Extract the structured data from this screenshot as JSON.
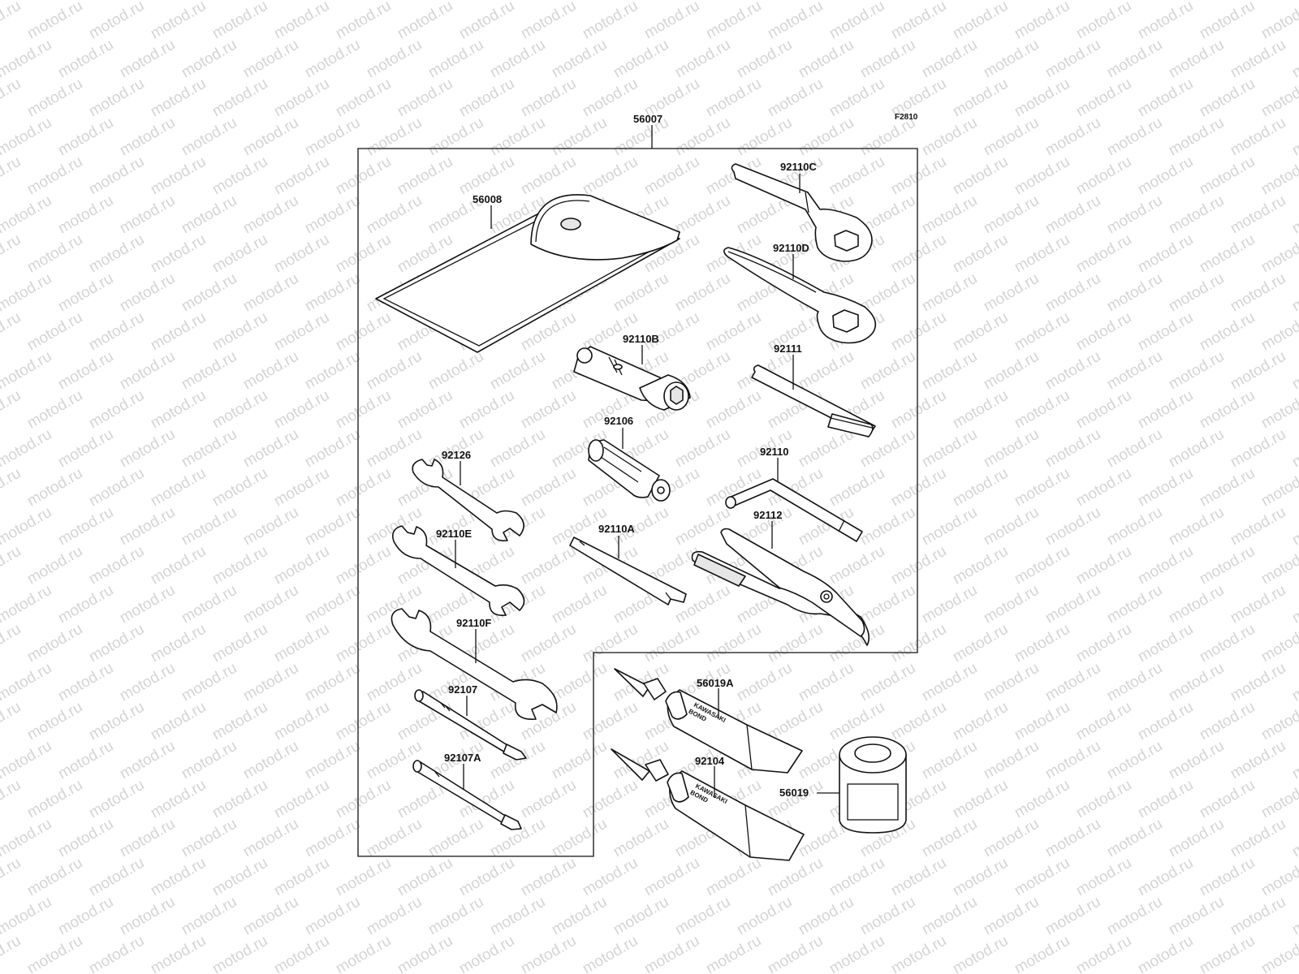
{
  "figure_code": "F2810",
  "watermark_text": "motod.ru",
  "tube_print": {
    "brand": "KAWASAKI",
    "product": "BOND"
  },
  "parts": {
    "p56007": "56007",
    "p56008": "56008",
    "p92110C": "92110C",
    "p92110D": "92110D",
    "p92110B": "92110B",
    "p92111": "92111",
    "p92106": "92106",
    "p92126": "92126",
    "p92110": "92110",
    "p92110E": "92110E",
    "p92110A": "92110A",
    "p92112": "92112",
    "p92110F": "92110F",
    "p56019A": "56019A",
    "p92107": "92107",
    "p92104": "92104",
    "p92107A": "92107A",
    "p56019": "56019"
  }
}
